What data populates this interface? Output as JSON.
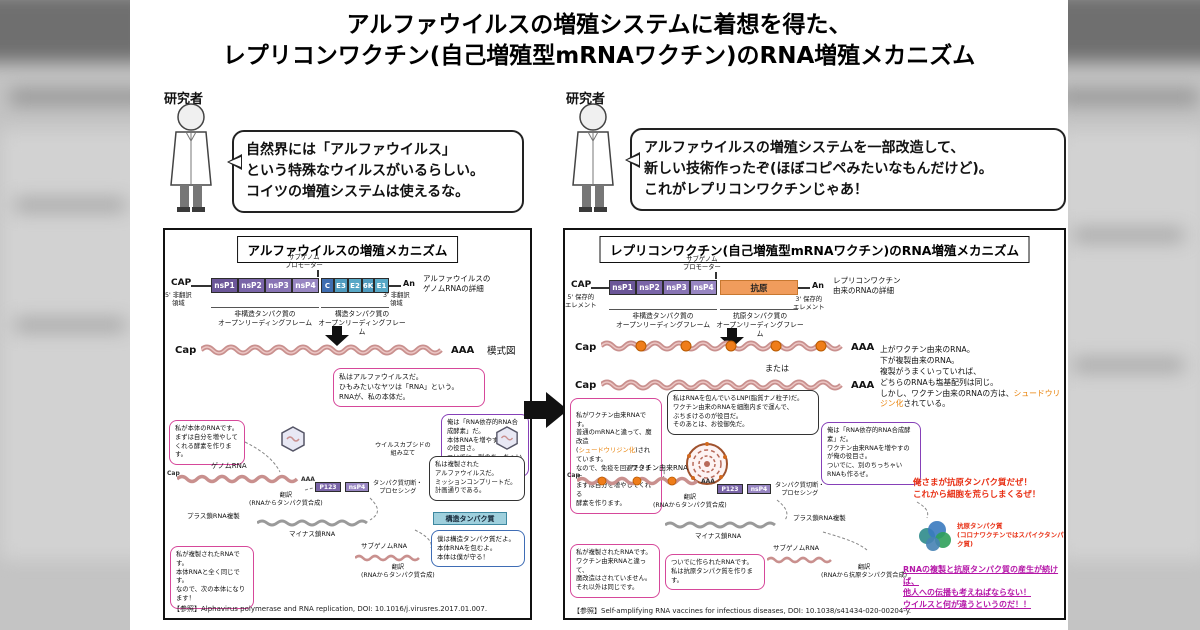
{
  "title": {
    "line1": "アルファウイルスの増殖システムに着想を得た、",
    "line2": "レプリコンワクチン(自己増殖型mRNAワクチン)のRNA増殖メカニズム"
  },
  "researchers": {
    "left": {
      "label": "研究者",
      "speech": "自然界には「アルファウイルス」\nという特殊なウイルスがいるらしい。\nコイツの増殖システムは使えるな。"
    },
    "right": {
      "label": "研究者",
      "speech": "アルファウイルスの増殖システムを一部改造して、\n新しい技術作ったぞ(ほぼコピペみたいなもんだけど)。\nこれがレプリコンワクチンじゃあ！"
    }
  },
  "common": {
    "cap": "Cap",
    "aaa": "AAA"
  },
  "left_panel": {
    "title": "アルファウイルスの増殖メカニズム",
    "genome": {
      "cap": "CAP",
      "utr5": "5' 非翻訳\n領域",
      "ns": [
        "nsP1",
        "nsP2",
        "nsP3",
        "nsP4"
      ],
      "promoter": "サブゲノム\nプロモーター",
      "struct": [
        "C",
        "E3",
        "E2",
        "6K",
        "E1"
      ],
      "polyA": "An",
      "utr3": "3' 非翻訳\n領域",
      "detail": "アルファウイルスの\nゲノムRNAの詳細",
      "orf_ns": "非構造タンパク質の\nオープンリーディングフレーム",
      "orf_struct": "構造タンパク質の\nオープンリーディングフレーム"
    },
    "schematic_label": "模式図",
    "bubbles": {
      "virus": "私はアルファウイルスだ。\nひもみたいなヤツは「RNA」という。\nRNAが、私の本体だ。",
      "enzyme": "俺は「RNA依存的RNA合成酵素」だ。\n本体RNAを増やすのが俺の役目さ。\nついでに、別のちっちゃいRNAも作るぜ。",
      "rna_main": "私が本体のRNAです。\nまずは自分を増やして\nくれる酵素を作ります。",
      "replicated_virus": "私は複製された\nアルファウイルスだ。\nミッションコンプリートだ。\n計画通りである。",
      "replicated_rna": "私が複製されたRNAです。\n本体RNAと全く同じです。\nなので、次の本体になります！",
      "struct_protein": "僕は構造タンパク質だよ。\n本体RNAを包むよ。\n本体は僕が守る！"
    },
    "labels": {
      "genome_rna": "ゲノムRNA",
      "translation1": "翻訳\n(RNAからタンパク質合成)",
      "p123": "P123",
      "nsp4": "nsP4",
      "processing": "タンパク質切断・\nプロセシング",
      "minus_rna": "マイナス鎖RNA",
      "plus_repl": "プラス鎖RNA複製",
      "subgenomic": "サブゲノムRNA",
      "struct_box": "構造タンパク質",
      "translation2": "翻訳\n(RNAからタンパク質合成)",
      "capsid": "ウイルスカプシドの\n組み立て"
    },
    "reference": "【参照】Alphavirus polymerase and RNA replication, DOI: 10.1016/j.virusres.2017.01.007."
  },
  "right_panel": {
    "title": "レプリコンワクチン(自己増殖型mRNAワクチン)のRNA増殖メカニズム",
    "genome": {
      "cap": "CAP",
      "elem5": "5' 保存的\nエレメント",
      "ns": [
        "nsP1",
        "nsP2",
        "nsP3",
        "nsP4"
      ],
      "promoter": "サブゲノム\nプロモーター",
      "antigen": "抗原",
      "polyA": "An",
      "elem3": "3' 保存的\nエレメント",
      "detail": "レプリコンワクチン\n由来のRNAの詳細",
      "orf_ns": "非構造タンパク質の\nオープンリーディングフレーム",
      "orf_antigen": "抗原タンパク質の\nオープンリーディングフレーム"
    },
    "schematic": {
      "or": "または",
      "note_plain": "上がワクチン由来のRNA。\n下が複製由来のRNA。\n複製がうまくいっていれば、\nどちらのRNAも塩基配列は同じ。\nしかし、ワクチン由来のRNAの方は、",
      "note_orange": "シュードウリジン化",
      "note_tail": "されている。"
    },
    "bubbles": {
      "vaccine_pre": "私がワクチン由来RNAです。\n普通のmRNAと違って、魔改造\n(",
      "vaccine_orange": "シュードウリジン化",
      "vaccine_post": ")されています。\nなので、免疫を回避できます。\nまずは自分を増やしてくれる\n酵素を作ります。",
      "lnp": "私はRNAを包んでいるLNP(脂質ナノ粒子)だ。\nワクチン由来のRNAを細胞内まで運んで、\nぶちまけるのが役目だ。\nそのあとは、お役御免だ。",
      "enzyme": "俺は「RNA依存的RNA合成酵素」だ。\nワクチン由来RNAを増やすのが俺の役目さ。\nついでに、別のちっちゃいRNAも作るぜ。",
      "antigen_shout": "俺さまが抗原タンパク質だぜ！\nこれから細胞を荒らしまくるぜ！",
      "antigen_label": "抗原タンパク質\n(コロナワクチンではスパイクタンパク質)",
      "replicated_rna": "私が複製されたRNAです。\nワクチン由来RNAと違って、\n魔改造はされていません。\nそれ以外は同じです。",
      "subgenomic_rna": "ついでに作られたRNAです。\n私は抗原タンパク質を作ります。",
      "warning": "RNAの複製と抗原タンパク質の産生が続けば、\n他人への伝播も考えねばならない！\nウイルスと何が違うというのだ！！"
    },
    "labels": {
      "vaccine_rna": "ワクチン由来RNA",
      "translation1": "翻訳\n(RNAからタンパク質合成)",
      "p123": "P123",
      "nsp4": "nsP4",
      "processing": "タンパク質切断・\nプロセシング",
      "minus_rna": "マイナス鎖RNA",
      "plus_repl": "プラス鎖RNA複製",
      "subgenomic": "サブゲノムRNA",
      "translation2": "翻訳\n(RNAから抗原タンパク質合成)"
    },
    "reference": "【参照】Self-amplifying RNA vaccines for infectious diseases, DOI: 10.1038/s41434-020-00204-y."
  }
}
